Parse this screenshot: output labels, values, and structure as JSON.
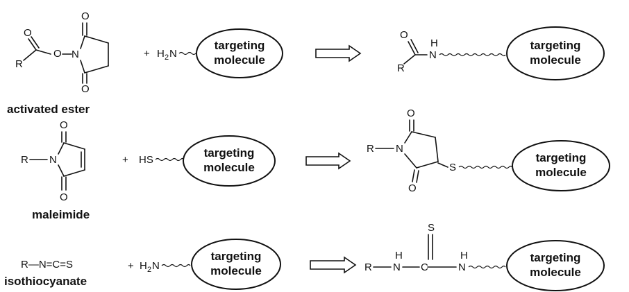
{
  "targeting_label_line1": "targeting",
  "targeting_label_line2": "molecule",
  "plus": "+",
  "atoms": {
    "O": "O",
    "N": "N",
    "S": "S",
    "R": "R",
    "H": "H",
    "H2N_H": "H",
    "H2N_2": "2",
    "H2N_N": "N",
    "HS": "HS",
    "isothiocyanate_formula": "R—N=C=S"
  },
  "captions": {
    "activated_ester": "activated ester",
    "maleimide": "maleimide",
    "isothiocyanate": "isothiocyanate"
  }
}
